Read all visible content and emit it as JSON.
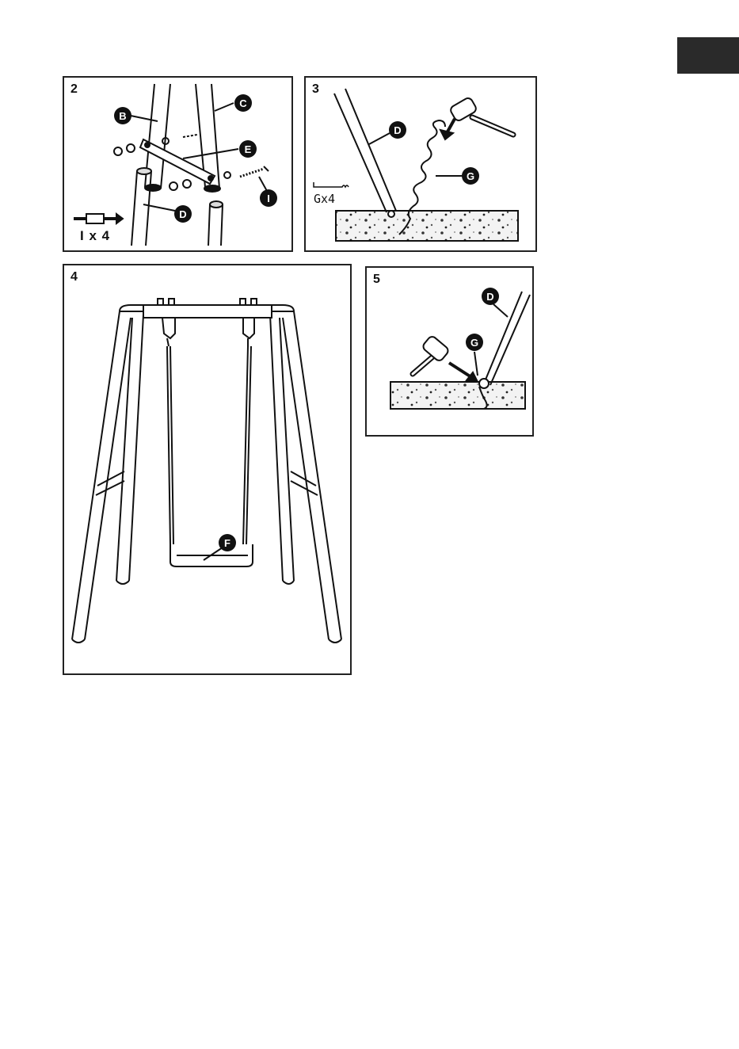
{
  "page": {
    "tab_color": "#2a2a2a"
  },
  "panels": {
    "step2": {
      "number": "2",
      "quantity": "I x 4",
      "labels": {
        "b": "B",
        "c": "C",
        "e": "E",
        "i": "I",
        "d": "D"
      }
    },
    "step3": {
      "number": "3",
      "quantity": "Gx4",
      "labels": {
        "d": "D",
        "g": "G"
      }
    },
    "step4": {
      "number": "4",
      "labels": {
        "f": "F"
      }
    },
    "step5": {
      "number": "5",
      "labels": {
        "d": "D",
        "g": "G"
      }
    }
  }
}
